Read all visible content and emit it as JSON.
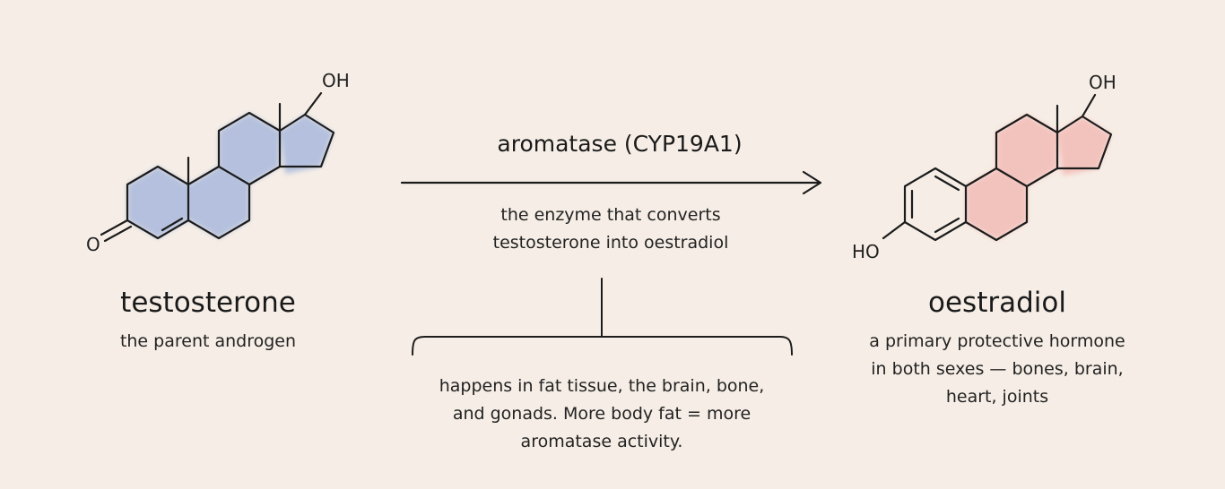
{
  "testosterone": {
    "name": "testosterone",
    "description": "the parent androgen",
    "atoms": {
      "oxo": "O",
      "hydroxyl": "OH"
    },
    "highlight_color": "#7f9bd6"
  },
  "oestradiol": {
    "name": "oestradiol",
    "description_lines": [
      "a primary protective hormone",
      "in both sexes — bones, brain,",
      "heart, joints"
    ],
    "atoms": {
      "phenol": "HO",
      "hydroxyl": "OH"
    },
    "highlight_color": "#f1a5a2"
  },
  "conversion": {
    "enzyme": "aromatase (CYP19A1)",
    "description_lines": [
      "the enzyme that converts",
      "testosterone into oestradiol"
    ]
  },
  "note": {
    "lines": [
      "happens in fat tissue, the brain, bone,",
      "and gonads. More body fat = more",
      "aromatase activity."
    ]
  }
}
